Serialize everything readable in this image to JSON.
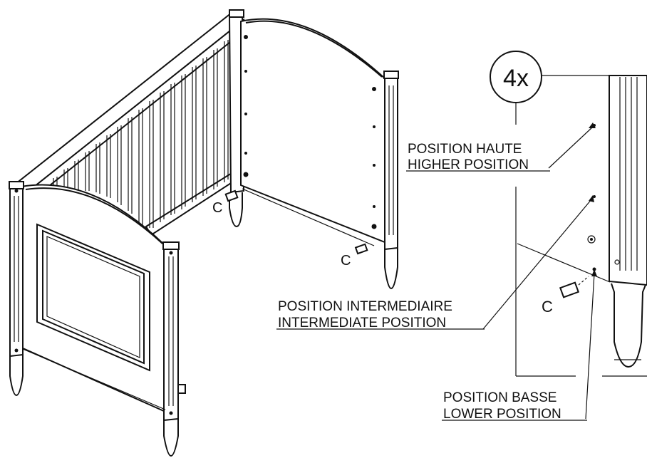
{
  "callout_count": "4x",
  "labels": {
    "high_fr": "POSITION HAUTE",
    "high_en": "HIGHER POSITION",
    "mid_fr": "POSITION INTERMEDIAIRE",
    "mid_en": "INTERMEDIATE POSITION",
    "low_fr": "POSITION BASSE",
    "low_en": "LOWER POSITION"
  },
  "part_letter": "C",
  "part_letter_2": "C",
  "part_letter_3": "C"
}
